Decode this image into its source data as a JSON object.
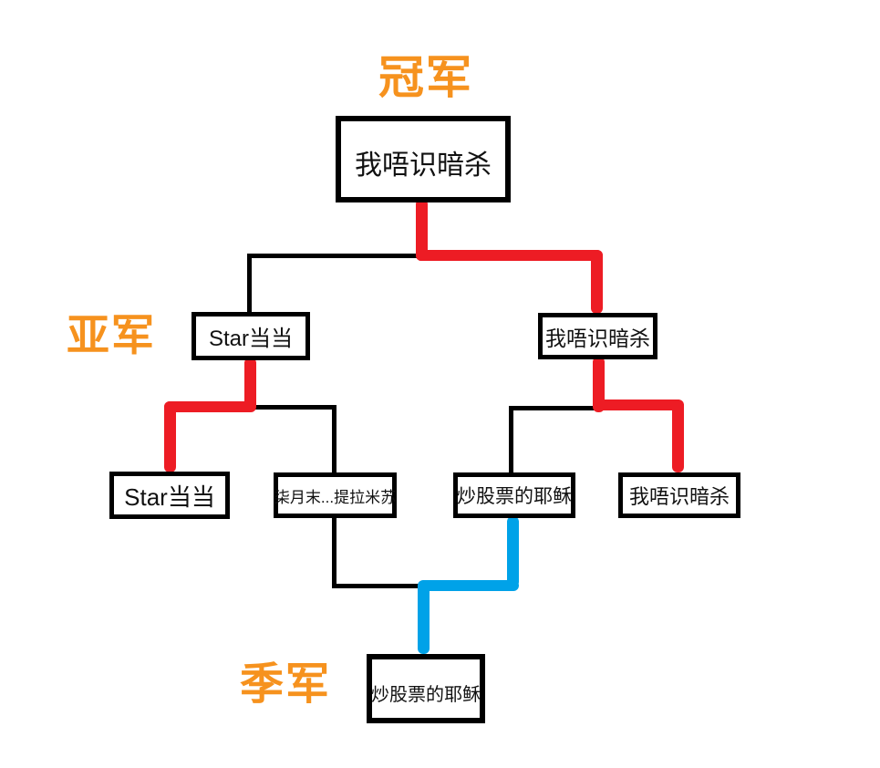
{
  "diagram": {
    "title_labels": {
      "champion": "冠军",
      "runner_up": "亚军",
      "third_place": "季军"
    },
    "bracket": {
      "final_winner": "我唔识暗杀",
      "semifinalists": [
        {
          "name": "Star当当"
        },
        {
          "name": "我唔识暗杀"
        }
      ],
      "quarterfinalists": [
        {
          "name": "Star当当"
        },
        {
          "name": "柒月末...提拉米苏"
        },
        {
          "name": "炒股票的耶稣"
        },
        {
          "name": "我唔识暗杀"
        }
      ],
      "third_place_winner": "炒股票的耶稣"
    },
    "colors": {
      "winner_path": "#ED1C24",
      "third_place_path": "#00A2E8",
      "bracket_line": "#000000",
      "rank_label": "#F6921E"
    }
  }
}
